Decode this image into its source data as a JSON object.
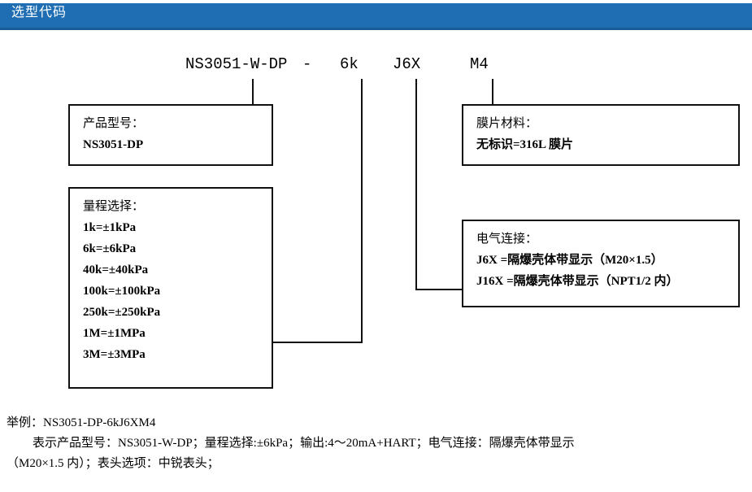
{
  "header": {
    "title": "选型代码",
    "bar_color": "#1f6eb4",
    "underline_color": "#1a5c97",
    "text_color": "#ffffff"
  },
  "code_line": {
    "segments": [
      {
        "text": "NS3051-W-DP",
        "name": "code-segment-model"
      },
      {
        "text": "-",
        "name": "code-segment-dash"
      },
      {
        "text": "6k",
        "name": "code-segment-range"
      },
      {
        "text": "J6X",
        "name": "code-segment-electrical"
      },
      {
        "text": "M4",
        "name": "code-segment-diaphragm"
      }
    ]
  },
  "boxes": {
    "product_model": {
      "title": "产品型号：",
      "lines": [
        "NS3051-DP"
      ]
    },
    "range_selection": {
      "title": "量程选择：",
      "lines": [
        "1k=±1kPa",
        "6k=±6kPa",
        "40k=±40kPa",
        "100k=±100kPa",
        "250k=±250kPa",
        "1M=±1MPa",
        "3M=±3MPa"
      ]
    },
    "diaphragm_material": {
      "title": "膜片材料：",
      "lines": [
        "无标识=316L 膜片"
      ]
    },
    "electrical_connection": {
      "title": "电气连接：",
      "lines": [
        "J6X =隔爆壳体带显示（M20×1.5）",
        "J16X =隔爆壳体带显示（NPT1/2 内）"
      ]
    }
  },
  "footer": {
    "line1": "举例：NS3051-DP-6kJ6XM4",
    "line2": "表示产品型号：NS3051-W-DP；量程选择:±6kPa；输出:4～20mA+HART；电气连接：隔爆壳体带显示",
    "line3": "（M20×1.5 内）；表头选项：中锐表头；"
  }
}
